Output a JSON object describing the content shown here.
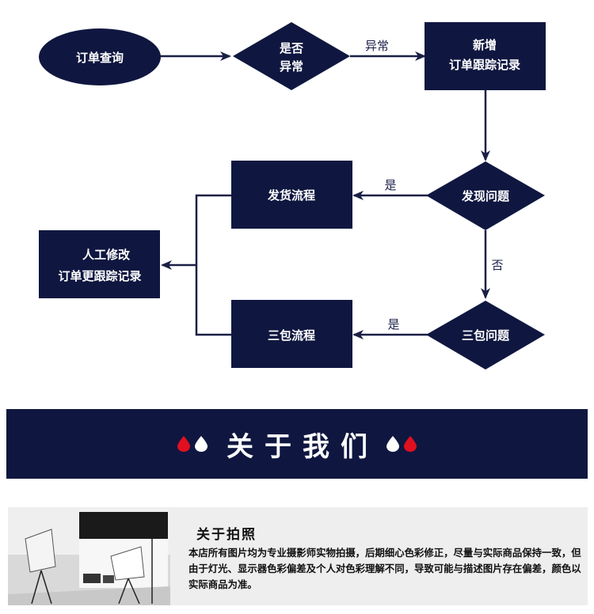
{
  "flowchart": {
    "nodes": {
      "order_query": "订单查询",
      "is_abnormal": [
        "是否",
        "异常"
      ],
      "new_tracking": [
        "新增",
        "订单跟踪记录"
      ],
      "find_problem": "发现问题",
      "shipping_flow": "发货流程",
      "manual_edit": [
        "人工修改",
        "订单更跟踪记录"
      ],
      "warranty_problem": "三包问题",
      "warranty_flow": "三包流程"
    },
    "edge_labels": {
      "abnormal": "异常",
      "yes_shipping": "是",
      "no": "否",
      "yes_warranty": "是"
    },
    "colors": {
      "node_fill": "#0f1740",
      "edge": "#1b1f46"
    }
  },
  "banner": {
    "title": "关于我们",
    "colors": {
      "background": "#0f1740",
      "drop_red": "#e01020",
      "drop_white": "#ffffff"
    }
  },
  "about_photo": {
    "title": "关于拍照",
    "body": "本店所有图片均为专业摄影师实物拍摄，后期细心色彩修正，尽量与实际商品保持一致，但由于灯光、显示器色彩偏差及个人对色彩理解不同，导致可能与描述图片存在偏差，颜色以实际商品为准。"
  }
}
